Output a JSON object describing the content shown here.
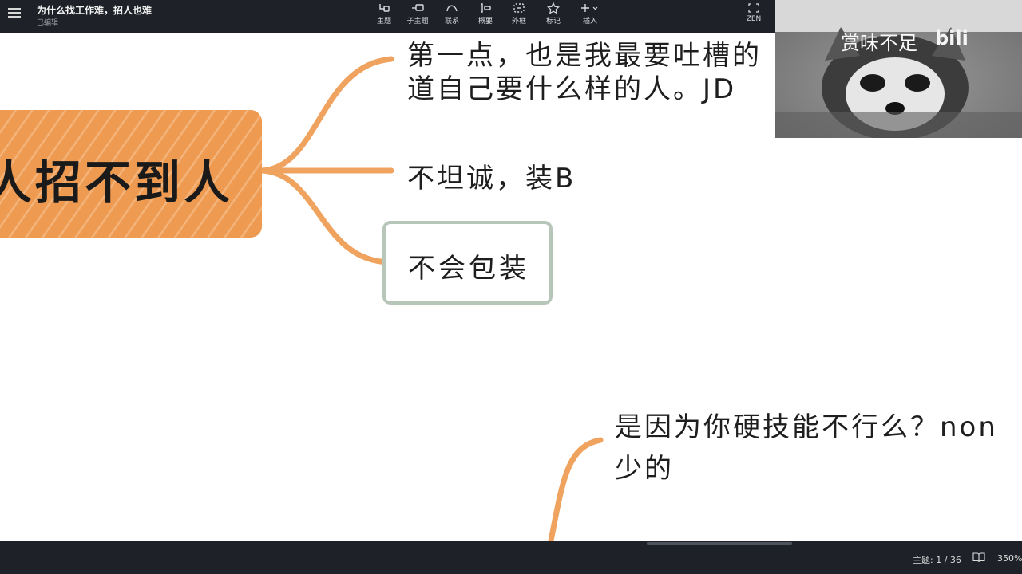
{
  "header": {
    "doc_title": "为什么找工作难，招人也难",
    "doc_status": "已编辑",
    "tools": [
      {
        "label": "主题",
        "icon": "topic-icon"
      },
      {
        "label": "子主题",
        "icon": "subtopic-icon"
      },
      {
        "label": "联系",
        "icon": "relationship-icon"
      },
      {
        "label": "概要",
        "icon": "summary-icon"
      },
      {
        "label": "外框",
        "icon": "boundary-icon"
      },
      {
        "label": "标记",
        "icon": "star-icon"
      },
      {
        "label": "插入",
        "icon": "plus-icon"
      }
    ],
    "zen_label": "ZEN"
  },
  "mindmap": {
    "root_label": "人招不到人",
    "branch1_line1": "第一点，也是我最要吐槽的",
    "branch1_line2": "道自己要什么样的人。JD",
    "branch2": "不坦诚，装B",
    "branch3": "不会包装",
    "branch4_line1": "是因为你硬技能不行么？non",
    "branch4_line2": "少的"
  },
  "overlay": {
    "streamer_name": "赏味不足",
    "logo_text": "bili"
  },
  "status": {
    "topic_count": "主题: 1 / 36",
    "zoom": "350%"
  },
  "colors": {
    "toolbar_bg": "#1e2228",
    "root_fill": "#ee9a51",
    "connector": "#f0a35e",
    "box_border": "#b7c6b9"
  }
}
